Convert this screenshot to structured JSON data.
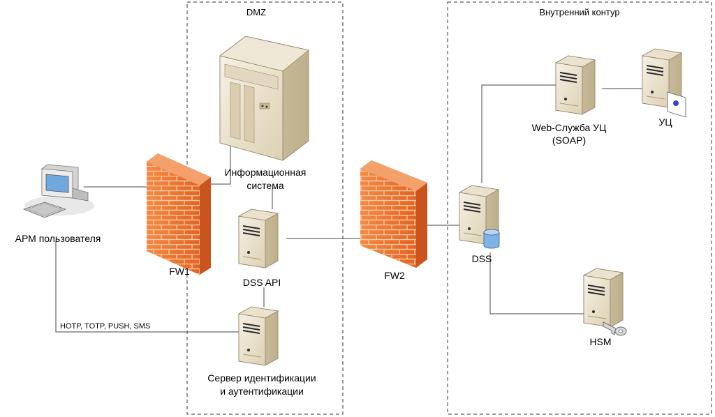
{
  "zones": {
    "dmz_title": "DMZ",
    "internal_title": "Внутренний контур"
  },
  "nodes": {
    "workstation": {
      "label": "АРМ пользователя",
      "icon": "workstation-icon"
    },
    "fw1": {
      "label": "FW1",
      "icon": "firewall-icon"
    },
    "info_system": {
      "label_line1": "Информационная",
      "label_line2": "система",
      "icon": "server-tower-icon"
    },
    "dss_api": {
      "label": "DSS API",
      "icon": "server-icon"
    },
    "auth_server": {
      "label_line1": "Сервер идентификации",
      "label_line2": "и аутентификации",
      "icon": "server-icon"
    },
    "fw2": {
      "label": "FW2",
      "icon": "firewall-icon"
    },
    "dss": {
      "label": "DSS",
      "icon": "server-database-icon"
    },
    "web_service": {
      "label_line1": "Web-Служба УЦ",
      "label_line2": "(SOAP)",
      "icon": "server-icon"
    },
    "ca": {
      "label": "УЦ",
      "icon": "server-certificate-icon"
    },
    "hsm": {
      "label": "HSM",
      "icon": "server-key-icon"
    }
  },
  "links": {
    "auth_channel": "HOTP, TOTP, PUSH, SMS"
  },
  "colors": {
    "firewall_front": "#f07a38",
    "firewall_side": "#c9541d",
    "server_front": "#ece4d1",
    "server_side": "#cfc2a3",
    "zone_border": "#333333",
    "line": "#444444"
  }
}
